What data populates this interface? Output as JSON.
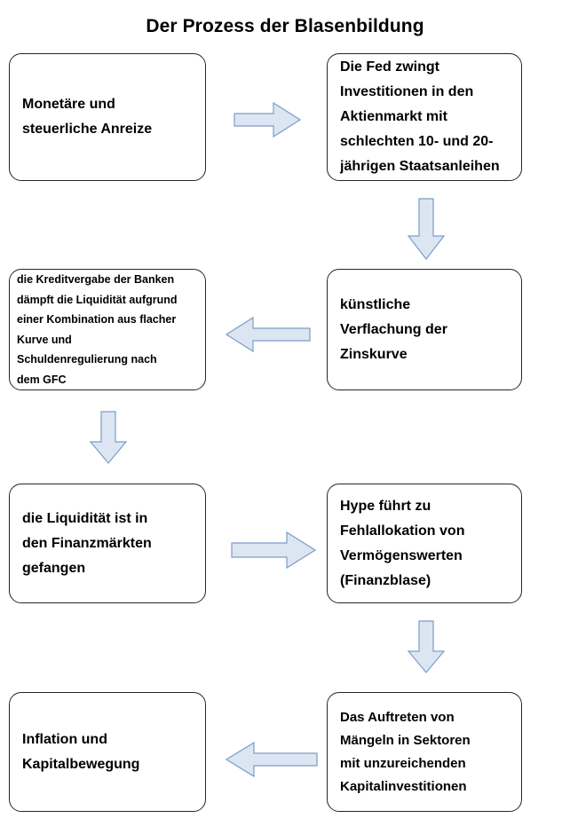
{
  "diagram": {
    "title": "Der Prozess der Blasenbildung",
    "type": "flowchart",
    "language": "de",
    "colors": {
      "arrow_fill": "#dce6f2",
      "arrow_border": "#7b9cc6",
      "node_border": "#262626",
      "node_fill": "#ffffff",
      "text": "#000000",
      "background": "#ffffff"
    },
    "nodes": [
      {
        "id": "n1",
        "label": "Monetäre und\nsteuerliche Anreize"
      },
      {
        "id": "n2",
        "label": "Die Fed zwingt\nInvestitionen in den\nAktienmarkt mit\nschlechten 10- und 20-\njährigen Staatsanleihen"
      },
      {
        "id": "n3",
        "label": "künstliche\nVerflachung der\nZinskurve"
      },
      {
        "id": "n4",
        "label": "die Kreditvergabe der Banken\ndämpft die Liquidität aufgrund\neiner Kombination aus flacher\nKurve und\nSchuldenregulierung nach\ndem GFC"
      },
      {
        "id": "n5",
        "label": "die Liquidität ist in\nden Finanzmärkten\ngefangen"
      },
      {
        "id": "n6",
        "label": "Hype führt zu\nFehlallokation von\nVermögenswerten\n(Finanzblase)"
      },
      {
        "id": "n7",
        "label": "Das Auftreten von\nMängeln in Sektoren\nmit unzureichenden\nKapitalinvestitionen"
      },
      {
        "id": "n8",
        "label": "Inflation und\nKapitalbewegung"
      }
    ],
    "arrows": [
      {
        "id": "a1",
        "from": "n1",
        "to": "n2",
        "direction": "right"
      },
      {
        "id": "a2",
        "from": "n2",
        "to": "n3",
        "direction": "down"
      },
      {
        "id": "a3",
        "from": "n3",
        "to": "n4",
        "direction": "left"
      },
      {
        "id": "a4",
        "from": "n4",
        "to": "n5",
        "direction": "down"
      },
      {
        "id": "a5",
        "from": "n5",
        "to": "n6",
        "direction": "right"
      },
      {
        "id": "a6",
        "from": "n6",
        "to": "n7",
        "direction": "down"
      },
      {
        "id": "a7",
        "from": "n7",
        "to": "n8",
        "direction": "left"
      }
    ]
  }
}
